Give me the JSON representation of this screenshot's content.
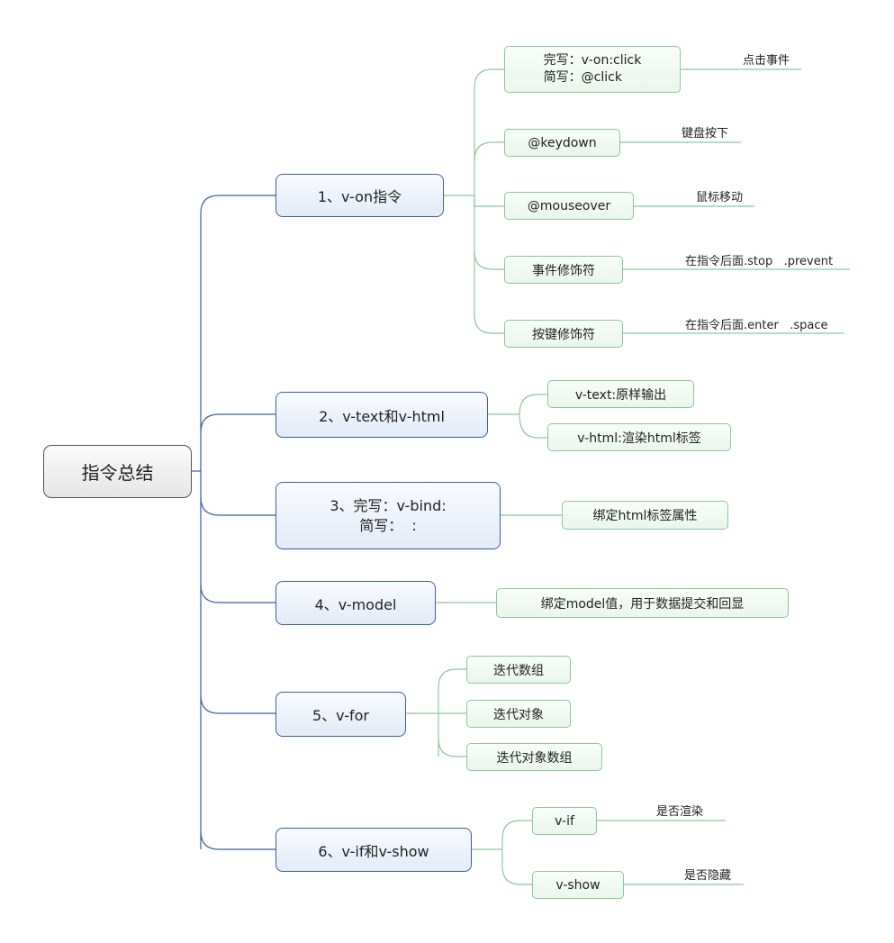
{
  "root": {
    "label": "指令总结"
  },
  "branches": [
    {
      "label": "1、v-on指令",
      "children": [
        {
          "line1": "完写：v-on:click",
          "line2": "简写：@click",
          "note": "点击事件"
        },
        {
          "label": "@keydown",
          "note": "键盘按下"
        },
        {
          "label": "@mouseover",
          "note": "鼠标移动"
        },
        {
          "label": "事件修饰符",
          "note": "在指令后面.stop   .prevent"
        },
        {
          "label": "按键修饰符",
          "note": "在指令后面.enter   .space"
        }
      ]
    },
    {
      "label": "2、v-text和v-html",
      "children": [
        {
          "label": "v-text:原样输出"
        },
        {
          "label": "v-html:渲染html标签"
        }
      ]
    },
    {
      "line1": "3、完写：v-bind:",
      "line2": "简写：  :",
      "children": [
        {
          "label": "绑定html标签属性"
        }
      ]
    },
    {
      "label": "4、v-model",
      "children": [
        {
          "label": "绑定model值，用于数据提交和回显"
        }
      ]
    },
    {
      "label": "5、v-for",
      "children": [
        {
          "label": "迭代数组"
        },
        {
          "label": "迭代对象"
        },
        {
          "label": "迭代对象数组"
        }
      ]
    },
    {
      "label": "6、v-if和v-show",
      "children": [
        {
          "label": "v-if",
          "note": "是否渲染"
        },
        {
          "label": "v-show",
          "note": "是否隐藏"
        }
      ]
    }
  ]
}
